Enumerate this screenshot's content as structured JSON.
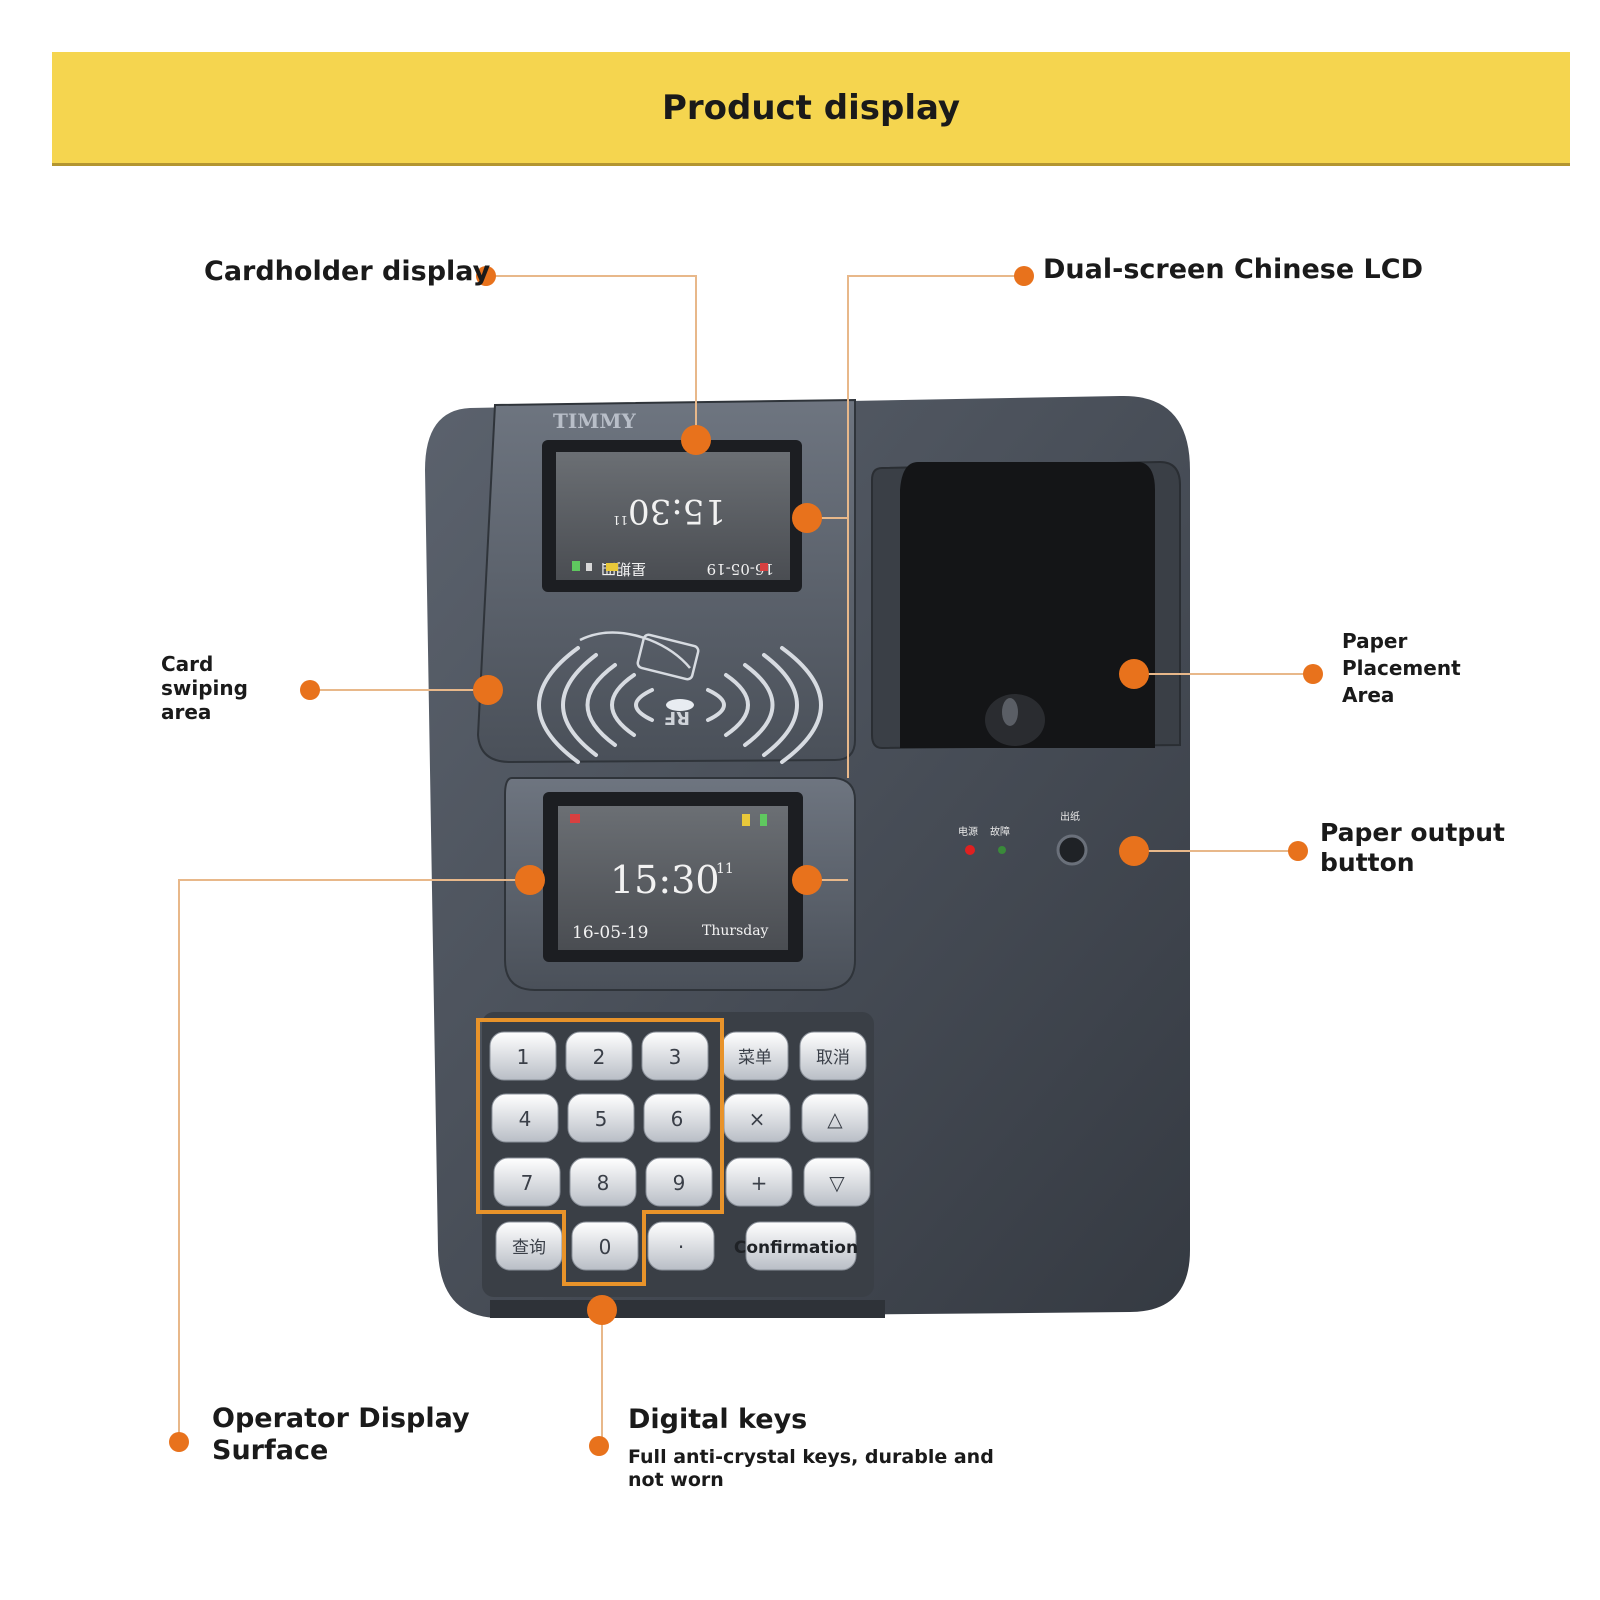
{
  "banner": {
    "title": "Product display"
  },
  "labels": {
    "cardholder_display": "Cardholder display",
    "dual_screen_lcd": "Dual-screen Chinese LCD",
    "card_swiping_area": [
      "Card",
      "swiping",
      "area"
    ],
    "paper_placement_area": [
      "Paper",
      "Placement",
      "Area"
    ],
    "paper_output_button": [
      "Paper output",
      "button"
    ],
    "operator_display_surface": [
      "Operator Display",
      "Surface"
    ],
    "digital_keys": "Digital keys",
    "digital_keys_note": [
      "Full anti-crystal keys, durable and",
      "not worn"
    ]
  },
  "device": {
    "brand": "TIMMY",
    "rf_label": "RF",
    "top_lcd": {
      "date": "16-05-19",
      "time": "15:30",
      "seconds": "11",
      "weekday": "星期四"
    },
    "bottom_lcd": {
      "time": "15:30",
      "seconds": "11",
      "date": "16-05-19",
      "weekday": "Thursday"
    },
    "indicators": {
      "power": "电源",
      "fault": "故障",
      "paper_out": "出纸"
    },
    "keys": {
      "digits": [
        "1",
        "2",
        "3",
        "4",
        "5",
        "6",
        "7",
        "8",
        "9"
      ],
      "query": "查询",
      "zero": "0",
      "dot": "·",
      "menu": "菜单",
      "cancel": "取消",
      "multiply": "×",
      "up": "△",
      "plus": "+",
      "down": "▽",
      "confirm": "Confirmation"
    }
  },
  "colors": {
    "banner": "#f5d54f",
    "marker": "#e8721c",
    "leader_line": "#e8b88a",
    "device_body": "#454b55",
    "highlight_frame": "#e8932a"
  }
}
